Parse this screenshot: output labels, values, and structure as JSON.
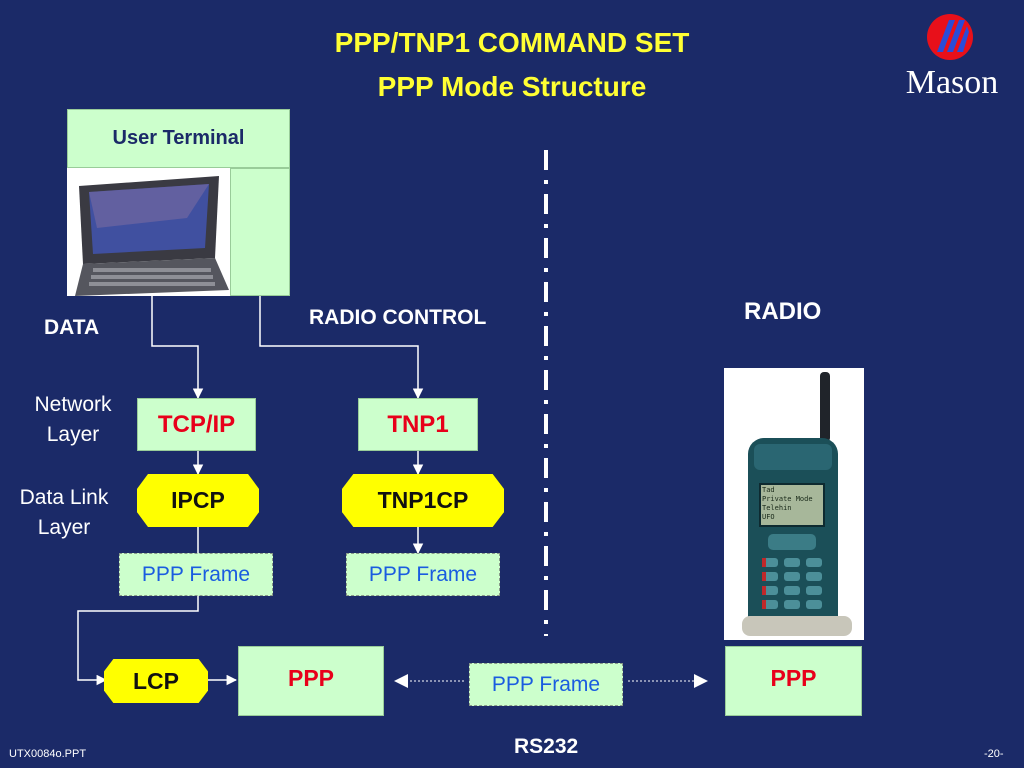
{
  "title": {
    "line1": "PPP/TNP1 COMMAND SET",
    "line2": "PPP Mode Structure"
  },
  "logo": {
    "text": "Mason"
  },
  "user_terminal": {
    "label": "User Terminal"
  },
  "columns": {
    "data": "DATA",
    "radio_control": "RADIO CONTROL",
    "radio": "RADIO"
  },
  "layers": {
    "network": [
      "Network",
      "Layer"
    ],
    "data_link": [
      "Data Link",
      "Layer"
    ]
  },
  "boxes": {
    "tcpip": "TCP/IP",
    "tnp1": "TNP1",
    "ipcp": "IPCP",
    "tnp1cp": "TNP1CP",
    "ppp_frame_left": "PPP Frame",
    "ppp_frame_mid": "PPP Frame",
    "lcp": "LCP",
    "ppp_terminal": "PPP",
    "ppp_frame_link": "PPP Frame",
    "ppp_radio": "PPP"
  },
  "phone": {
    "screen_lines": [
      "Tad",
      "Private Mode",
      "Telehin",
      "UFO"
    ]
  },
  "footer": {
    "link": "RS232",
    "file": "UTX0084o.PPT",
    "page": "-20-"
  },
  "colors": {
    "background": "#1b2a68",
    "title": "#ffff33",
    "box_red": "#e8001a",
    "frame_blue": "#1a5ce0",
    "box_green": "#ccffcc",
    "yellow": "#ffff00"
  }
}
